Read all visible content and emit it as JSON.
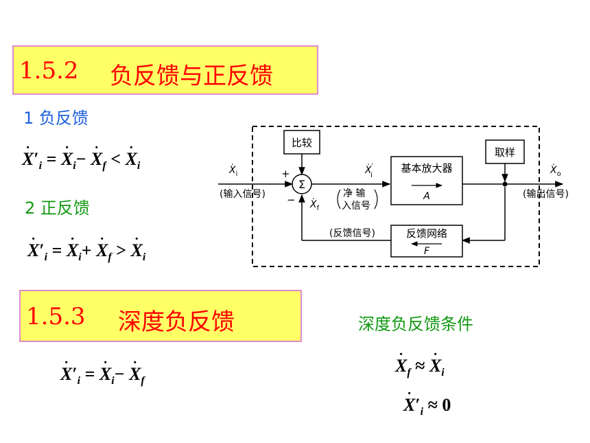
{
  "section1": {
    "number": "1.5.2",
    "title": "负反馈与正反馈"
  },
  "neg": {
    "label": "1 负反馈",
    "op1": "−",
    "rel": "<"
  },
  "pos": {
    "label": "2 正反馈",
    "op1": "+",
    "rel": ">"
  },
  "section2": {
    "number": "1.5.3",
    "title": "深度负反馈"
  },
  "deep": {
    "op1": "−",
    "conditions_title": "深度负反馈条件",
    "approx": "≈",
    "zero": "0"
  },
  "symbols": {
    "X": "X",
    "prime": "′",
    "i": "i",
    "f": "f",
    "eq": "="
  },
  "diagram": {
    "compare": "比较",
    "sum": "Σ",
    "plus": "+",
    "minus": "−",
    "xi_sym": "X",
    "xi_sub": "i",
    "xi_prime": "′",
    "xf_sub": "f",
    "xo_sub": "o",
    "input_label": "(输入信号)",
    "net_input_1": "净 输",
    "net_input_2": "入信号",
    "amp_label": "基本放大器",
    "amp_symbol": "A",
    "sample": "取样",
    "output_label": "(输出信号)",
    "feedback_signal": "(反馈信号)",
    "fb_network": "反馈网络",
    "fb_symbol": "F"
  },
  "colors": {
    "heading_text": "#ff0000",
    "heading_bg": "#ffff66",
    "heading_border": "#e08ad0",
    "neg_label": "#1a5fe0",
    "pos_label": "#119911",
    "cond_title": "#119911"
  }
}
